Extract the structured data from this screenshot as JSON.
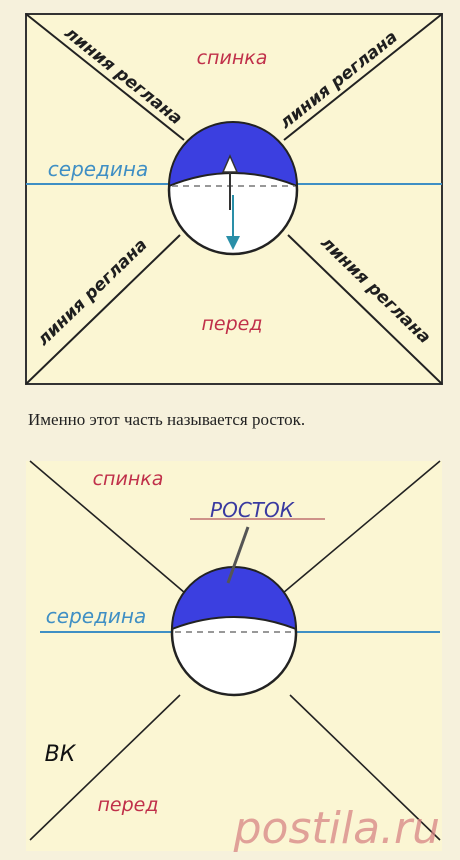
{
  "colors": {
    "page_bg": "#f6f1dc",
    "panel_bg": "#fbf6d3",
    "label_red": "#c0304a",
    "midline_blue": "#3f8fc4",
    "raglan_text": "#1f1f1f",
    "dome_blue": "#3b3fe0",
    "arrow_teal": "#2a8fa8",
    "watermark": "#d88585"
  },
  "top_diagram": {
    "back_label": "спинка",
    "middle_label": "середина",
    "front_label": "перед",
    "raglan_label": "линия реглана"
  },
  "caption": "Именно этот часть называется росток.",
  "bottom_diagram": {
    "back_label": "спинка",
    "middle_label": "середина",
    "front_label": "перед",
    "rise_label": "РОСТОК",
    "signature": "ВК"
  },
  "watermark": "postila.ru"
}
